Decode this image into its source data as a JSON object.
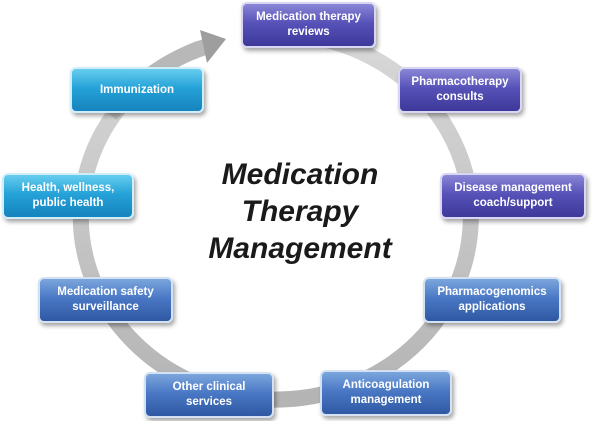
{
  "center": {
    "line1": "Medication",
    "line2": "Therapy",
    "line3": "Management"
  },
  "nodes": [
    {
      "id": "medication-therapy-reviews",
      "line1": "Medication therapy",
      "line2": "reviews",
      "color": "#5752b8"
    },
    {
      "id": "pharmacotherapy-consults",
      "line1": "Pharmacotherapy",
      "line2": "consults",
      "color": "#5752b8"
    },
    {
      "id": "disease-management",
      "line1": "Disease management",
      "line2": "coach/support",
      "color": "#5752b8"
    },
    {
      "id": "pharmacogenomics",
      "line1": "Pharmacogenomics",
      "line2": "applications",
      "color": "#4a78c4"
    },
    {
      "id": "anticoagulation",
      "line1": "Anticoagulation",
      "line2": "management",
      "color": "#4a78c4"
    },
    {
      "id": "other-clinical-services",
      "line1": "Other clinical",
      "line2": "services",
      "color": "#4a78c4"
    },
    {
      "id": "medication-safety",
      "line1": "Medication safety",
      "line2": "surveillance",
      "color": "#4a78c4"
    },
    {
      "id": "health-wellness",
      "line1": "Health, wellness,",
      "line2": "public health",
      "color": "#25a2d8"
    },
    {
      "id": "immunization",
      "line1": "Immunization",
      "line2": "",
      "color": "#25a2d8"
    }
  ],
  "ring": {
    "color": "#c4c4c4",
    "arrow_color": "#a8a8a8"
  }
}
